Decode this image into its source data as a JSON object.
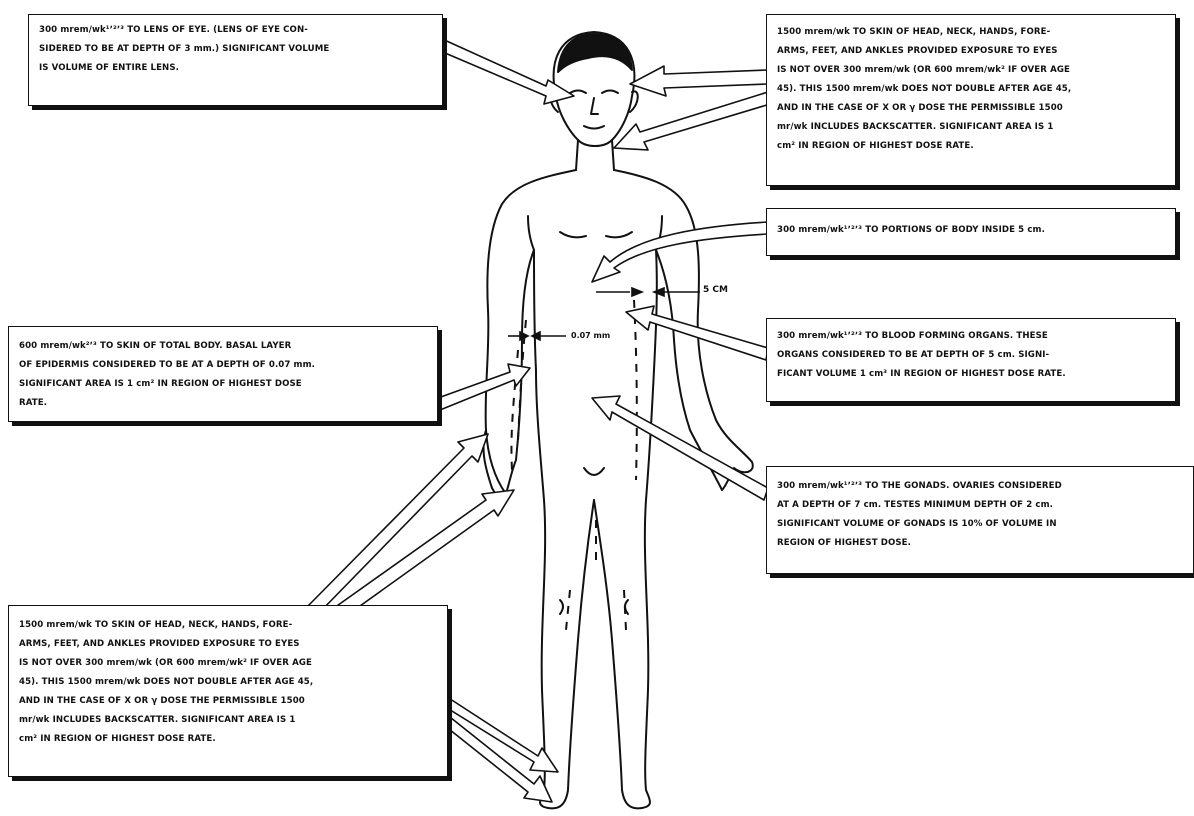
{
  "annotations": {
    "lens": {
      "lines": [
        "300 mrem/wk¹ʼ²ʼ³ TO LENS OF EYE.  (LENS OF EYE CON-",
        "SIDERED TO BE AT DEPTH OF 3 mm.)  SIGNIFICANT VOLUME",
        "IS VOLUME OF ENTIRE LENS."
      ]
    },
    "skin_extremities_top": {
      "lines": [
        "1500 mrem/wk TO SKIN   OF HEAD, NECK, HANDS, FORE-",
        "ARMS,  FEET,  AND ANKLES PROVIDED EXPOSURE  TO EYES",
        "IS NOT OVER 300 mrem/wk  (OR 600 mrem/wk²  IF OVER AGE",
        "45). THIS 1500 mrem/wk DOES NOT DOUBLE AFTER AGE 45,",
        "AND IN THE  CASE OF X  OR  γ  DOSE THE PERMISSIBLE 1500",
        "mr/wk  INCLUDES BACKSCATTER.  SIGNIFICANT AREA IS 1",
        "cm²  IN REGION OF HIGHEST DOSE RATE."
      ]
    },
    "body_5cm": {
      "lines": [
        "300 mrem/wk¹ʼ²ʼ³  TO  PORTIONS  OF  BODY  INSIDE  5  cm."
      ]
    },
    "skin_total": {
      "lines": [
        "600 mrem/wk²ʼ³ TO SKIN   OF TOTAL BODY.  BASAL LAYER",
        "OF EPIDERMIS CONSIDERED TO BE AT A DEPTH OF 0.07 mm.",
        "SIGNIFICANT AREA IS 1  cm²  IN REGION OF HIGHEST DOSE",
        "RATE."
      ]
    },
    "blood_forming": {
      "lines": [
        "300 mrem/wk¹ʼ²ʼ³ TO BLOOD FORMING ORGANS.  THESE",
        "ORGANS CONSIDERED TO BE AT  DEPTH OF 5 cm.  SIGNI-",
        "FICANT VOLUME 1  cm³  IN REGION OF HIGHEST DOSE RATE."
      ]
    },
    "gonads": {
      "lines": [
        "300 mrem/wk¹ʼ²ʼ³ TO THE GONADS.  OVARIES CONSIDERED",
        "AT A  DEPTH  OF 7 cm.  TESTES MINIMUM DEPTH OF 2 cm.",
        "SIGNIFICANT VOLUME OF GONADS IS 10% OF VOLUME IN",
        "REGION OF HIGHEST DOSE."
      ]
    },
    "skin_extremities_bottom": {
      "lines": [
        "1500 mrem/wk TO SKIN   OF HEAD,  NECK,  HANDS,  FORE-",
        "ARMS,  FEET,  AND ANKLES  PROVIDED EXPOSURE  TO EYES",
        "IS NOT OVER 300 mrem/wk  (OR 600 mrem/wk²  IF OVER AGE",
        "45). THIS 1500 mrem/wk DOES NOT DOUBLE AFTER AGE 45,",
        "AND IN THE  CASE OF X OR  γ  DOSE THE PERMISSIBLE 1500",
        "mr/wk  INCLUDES BACKSCATTER.  SIGNIFICANT AREA IS 1",
        "cm²  IN REGION OF HIGHEST DOSE RATE."
      ]
    }
  },
  "dimension_labels": {
    "depth_5cm": "5 CM",
    "depth_007mm": "0.07 mm"
  }
}
